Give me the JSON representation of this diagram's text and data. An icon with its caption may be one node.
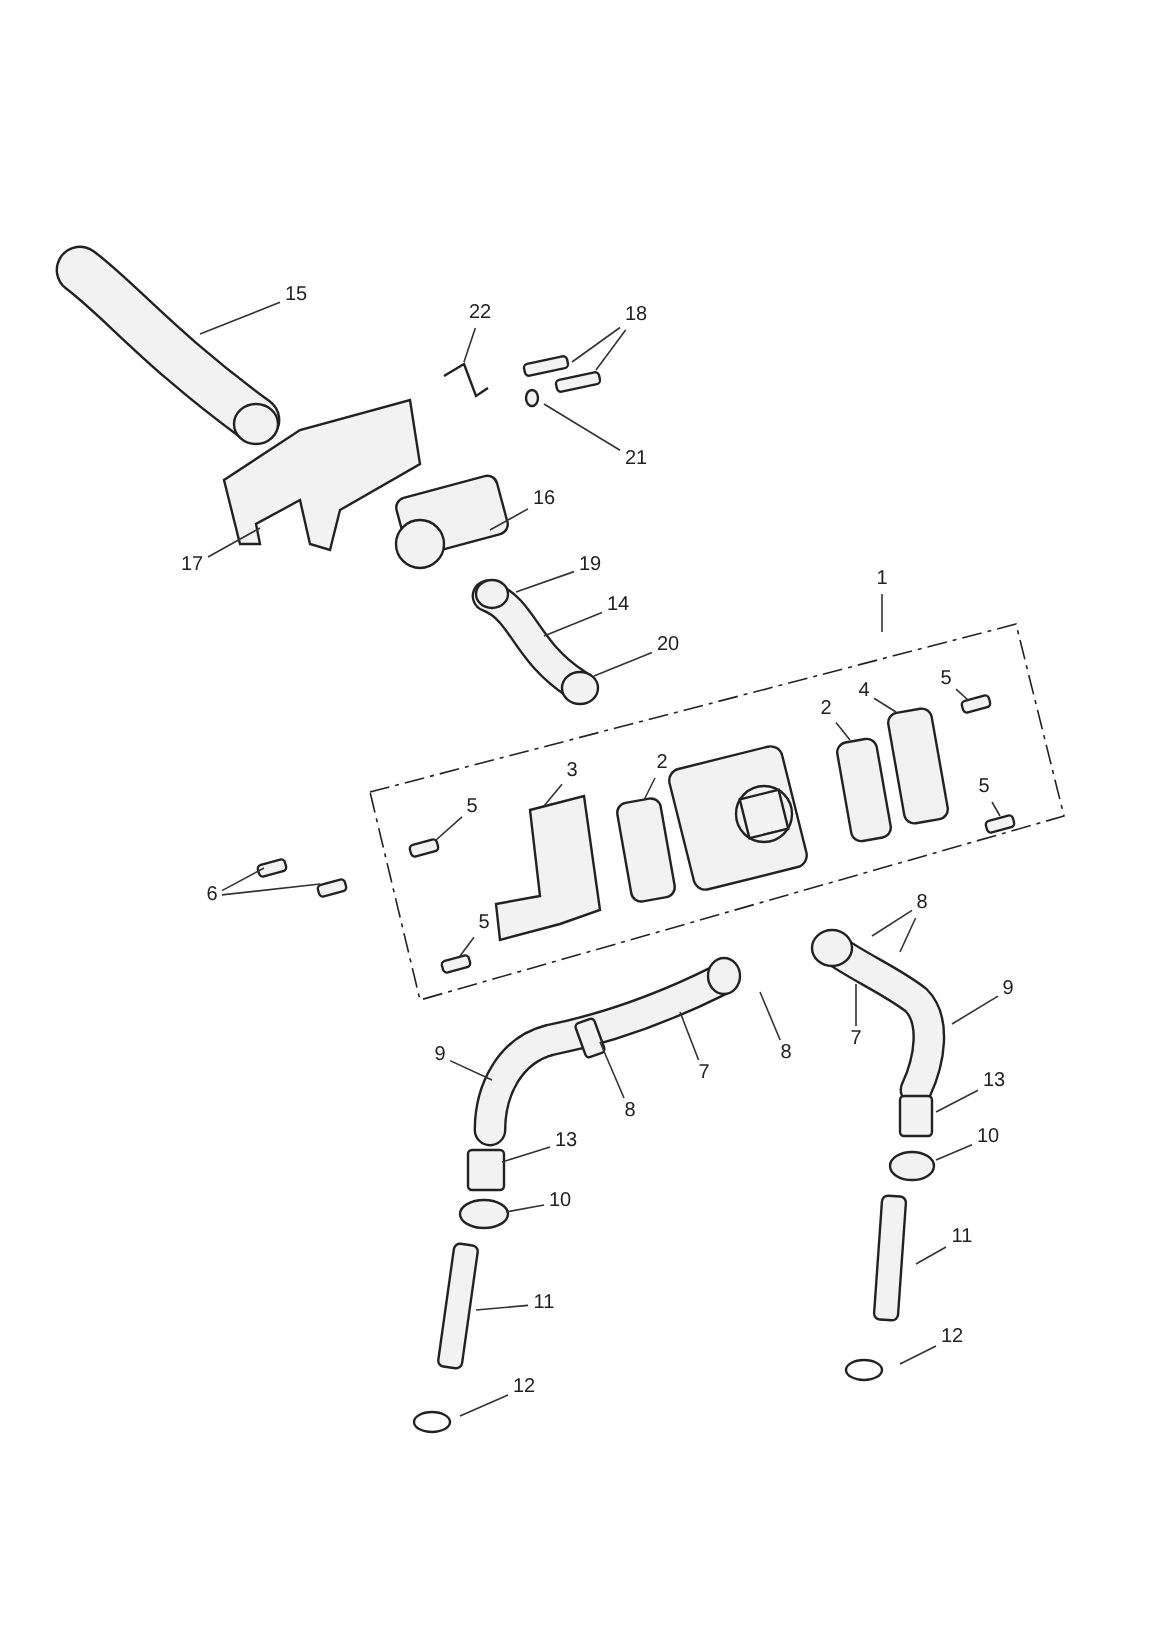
{
  "diagram": {
    "nodes": [
      {
        "text": [
          "15"
        ]
      },
      {
        "text": [
          "22"
        ]
      },
      {
        "text": [
          "18"
        ]
      },
      {
        "text": [
          "21"
        ]
      },
      {
        "text": [
          "16"
        ]
      },
      {
        "text": [
          "17"
        ]
      },
      {
        "text": [
          "19"
        ]
      },
      {
        "text": [
          "14"
        ]
      },
      {
        "text": [
          "20"
        ]
      },
      {
        "text": [
          "1"
        ]
      },
      {
        "text": [
          "4"
        ]
      },
      {
        "text": [
          "5"
        ]
      },
      {
        "text": [
          "2"
        ]
      },
      {
        "text": [
          "3"
        ]
      },
      {
        "text": [
          "2"
        ]
      },
      {
        "text": [
          "5"
        ]
      },
      {
        "text": [
          "5"
        ]
      },
      {
        "text": [
          "6"
        ]
      },
      {
        "text": [
          "5"
        ]
      },
      {
        "text": [
          "8"
        ]
      },
      {
        "text": [
          "9"
        ]
      },
      {
        "text": [
          "7"
        ]
      },
      {
        "text": [
          "8"
        ]
      },
      {
        "text": [
          "7"
        ]
      },
      {
        "text": [
          "8"
        ]
      },
      {
        "text": [
          "9"
        ]
      },
      {
        "text": [
          "13"
        ]
      },
      {
        "text": [
          "10"
        ]
      },
      {
        "text": [
          "13"
        ]
      },
      {
        "text": [
          "11"
        ]
      },
      {
        "text": [
          "10"
        ]
      },
      {
        "text": [
          "11"
        ]
      },
      {
        "text": [
          "12"
        ]
      },
      {
        "text": [
          "12"
        ]
      }
    ],
    "edges": [
      {
        "from": 0,
        "to": null,
        "arrow": "none"
      },
      {
        "from": 1,
        "to": null,
        "arrow": "none"
      },
      {
        "from": 2,
        "to": null,
        "arrow": "none"
      },
      {
        "from": 2,
        "to": null,
        "arrow": "none"
      },
      {
        "from": 3,
        "to": null,
        "arrow": "none"
      },
      {
        "from": 4,
        "to": null,
        "arrow": "none"
      },
      {
        "from": 5,
        "to": null,
        "arrow": "none"
      },
      {
        "from": 6,
        "to": null,
        "arrow": "none"
      },
      {
        "from": 7,
        "to": null,
        "arrow": "none"
      },
      {
        "from": 8,
        "to": null,
        "arrow": "none"
      },
      {
        "from": 9,
        "to": null,
        "arrow": "none"
      },
      {
        "from": 10,
        "to": null,
        "arrow": "none"
      },
      {
        "from": 11,
        "to": null,
        "arrow": "none"
      },
      {
        "from": 12,
        "to": null,
        "arrow": "none"
      },
      {
        "from": 13,
        "to": null,
        "arrow": "none"
      },
      {
        "from": 14,
        "to": null,
        "arrow": "none"
      },
      {
        "from": 15,
        "to": null,
        "arrow": "none"
      },
      {
        "from": 16,
        "to": null,
        "arrow": "none"
      },
      {
        "from": 17,
        "to": null,
        "arrow": "none"
      },
      {
        "from": 17,
        "to": null,
        "arrow": "none"
      },
      {
        "from": 18,
        "to": null,
        "arrow": "none"
      },
      {
        "from": 19,
        "to": null,
        "arrow": "none"
      },
      {
        "from": 19,
        "to": null,
        "arrow": "none"
      },
      {
        "from": 20,
        "to": null,
        "arrow": "none"
      },
      {
        "from": 21,
        "to": null,
        "arrow": "none"
      },
      {
        "from": 22,
        "to": null,
        "arrow": "none"
      },
      {
        "from": 23,
        "to": null,
        "arrow": "none"
      },
      {
        "from": 24,
        "to": null,
        "arrow": "none"
      },
      {
        "from": 25,
        "to": null,
        "arrow": "none"
      },
      {
        "from": 26,
        "to": null,
        "arrow": "none"
      },
      {
        "from": 27,
        "to": null,
        "arrow": "none"
      },
      {
        "from": 28,
        "to": null,
        "arrow": "none"
      },
      {
        "from": 29,
        "to": null,
        "arrow": "none"
      },
      {
        "from": 30,
        "to": null,
        "arrow": "none"
      },
      {
        "from": 31,
        "to": null,
        "arrow": "none"
      },
      {
        "from": 32,
        "to": null,
        "arrow": "none"
      },
      {
        "from": 33,
        "to": null,
        "arrow": "none"
      }
    ]
  }
}
